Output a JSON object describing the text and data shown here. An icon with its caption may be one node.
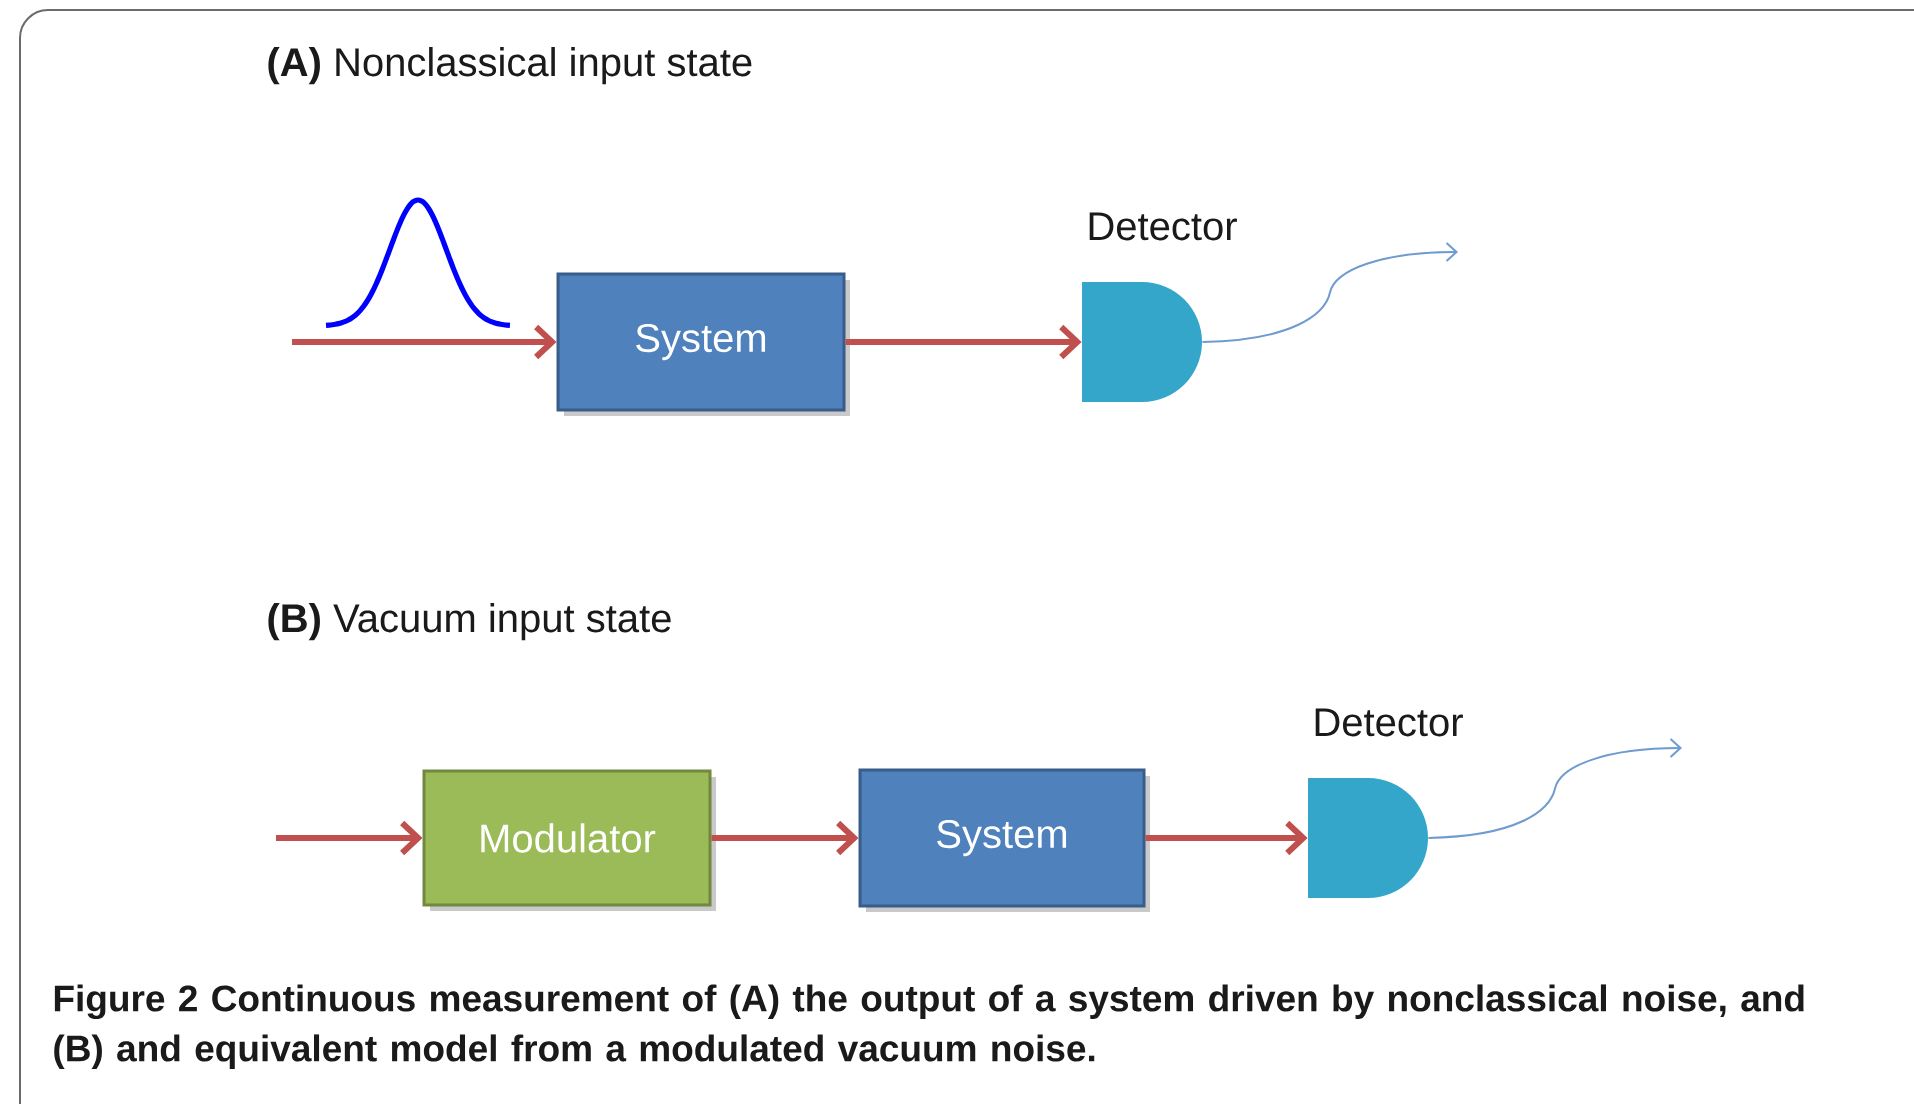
{
  "diagram": {
    "caption": "Figure 2 Continuous measurement of (A) the output of a system driven by nonclassical noise, and (B) and equivalent model from a modulated vacuum noise.",
    "nodes": [
      {
        "text": [
          "System"
        ]
      },
      {
        "text": [
          "Detector"
        ]
      },
      {
        "text": [
          "Modulator"
        ]
      },
      {
        "text": [
          "System"
        ]
      },
      {
        "text": [
          "Detector"
        ]
      }
    ],
    "edges": [
      {
        "from": null,
        "to": 0,
        "arrow": "to"
      },
      {
        "from": 0,
        "to": 1,
        "arrow": "to"
      },
      {
        "from": 1,
        "to": null,
        "arrow": "to",
        "color": "#6f9bd1"
      },
      {
        "from": null,
        "to": 2,
        "arrow": "to"
      },
      {
        "from": 2,
        "to": 3,
        "arrow": "to"
      },
      {
        "from": 3,
        "to": 4,
        "arrow": "to"
      },
      {
        "from": 4,
        "to": null,
        "arrow": "to",
        "color": "#6f9bd1"
      }
    ],
    "labels": [
      "**(A)** Nonclassical input state",
      "**(B)** Vacuum input state"
    ]
  }
}
